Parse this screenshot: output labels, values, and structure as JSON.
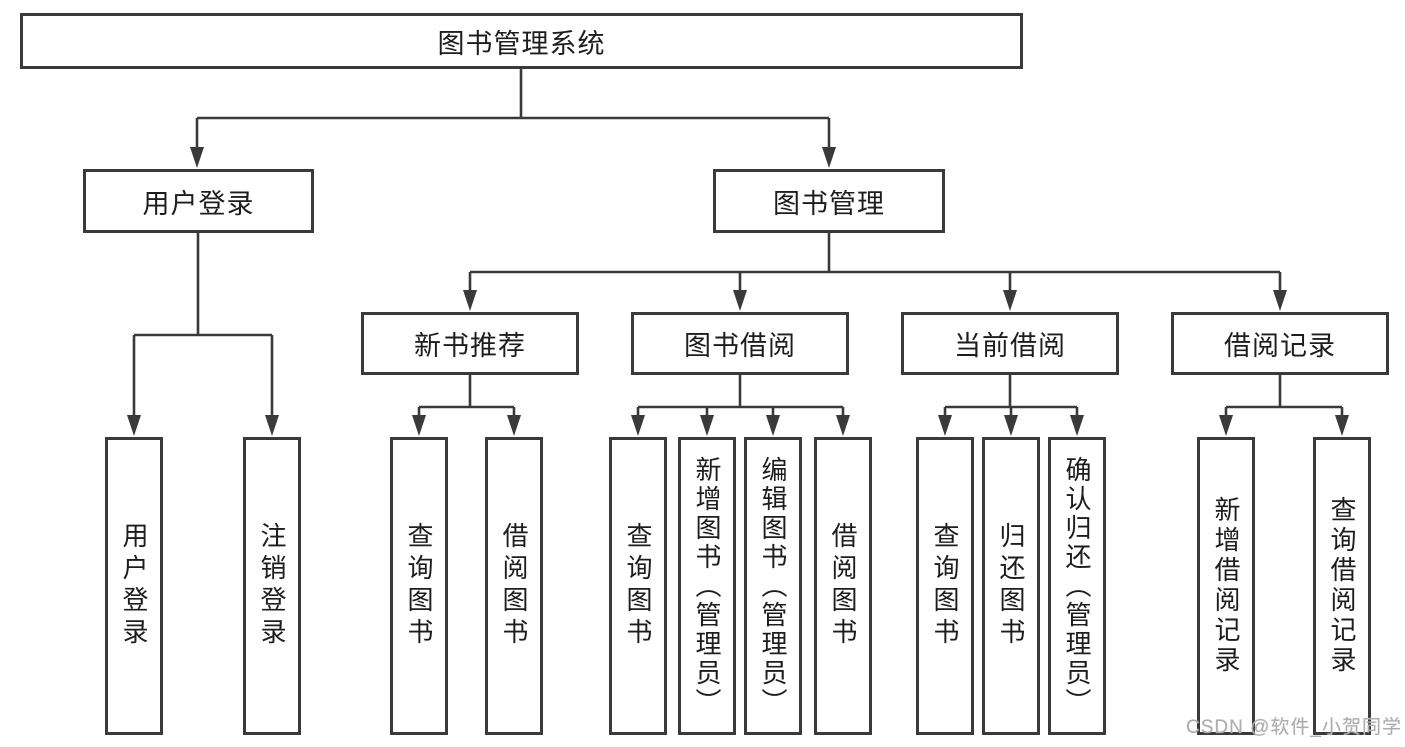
{
  "root": {
    "label": "图书管理系统"
  },
  "level2": [
    {
      "label": "用户登录"
    },
    {
      "label": "图书管理"
    }
  ],
  "level3": [
    {
      "label": "新书推荐"
    },
    {
      "label": "图书借阅"
    },
    {
      "label": "当前借阅"
    },
    {
      "label": "借阅记录"
    }
  ],
  "leaves": {
    "user_login": [
      "用户登录",
      "注销登录"
    ],
    "new_book_rec": [
      "查询图书",
      "借阅图书"
    ],
    "book_borrow": [
      "查询图书",
      "新增图书（管理员）",
      "编辑图书（管理员）",
      "借阅图书"
    ],
    "current_borrow": [
      "查询图书",
      "归还图书",
      "确认归还（管理员）"
    ],
    "borrow_records": [
      "新增借阅记录",
      "查询借阅记录"
    ]
  },
  "watermark": {
    "text": "CSDN @软件_小贺同学"
  },
  "colors": {
    "line": "#3a3a3a",
    "text": "#1d1d1d",
    "box_background": "#ffffff",
    "watermark": "#adadad",
    "background": "#ffffff"
  }
}
